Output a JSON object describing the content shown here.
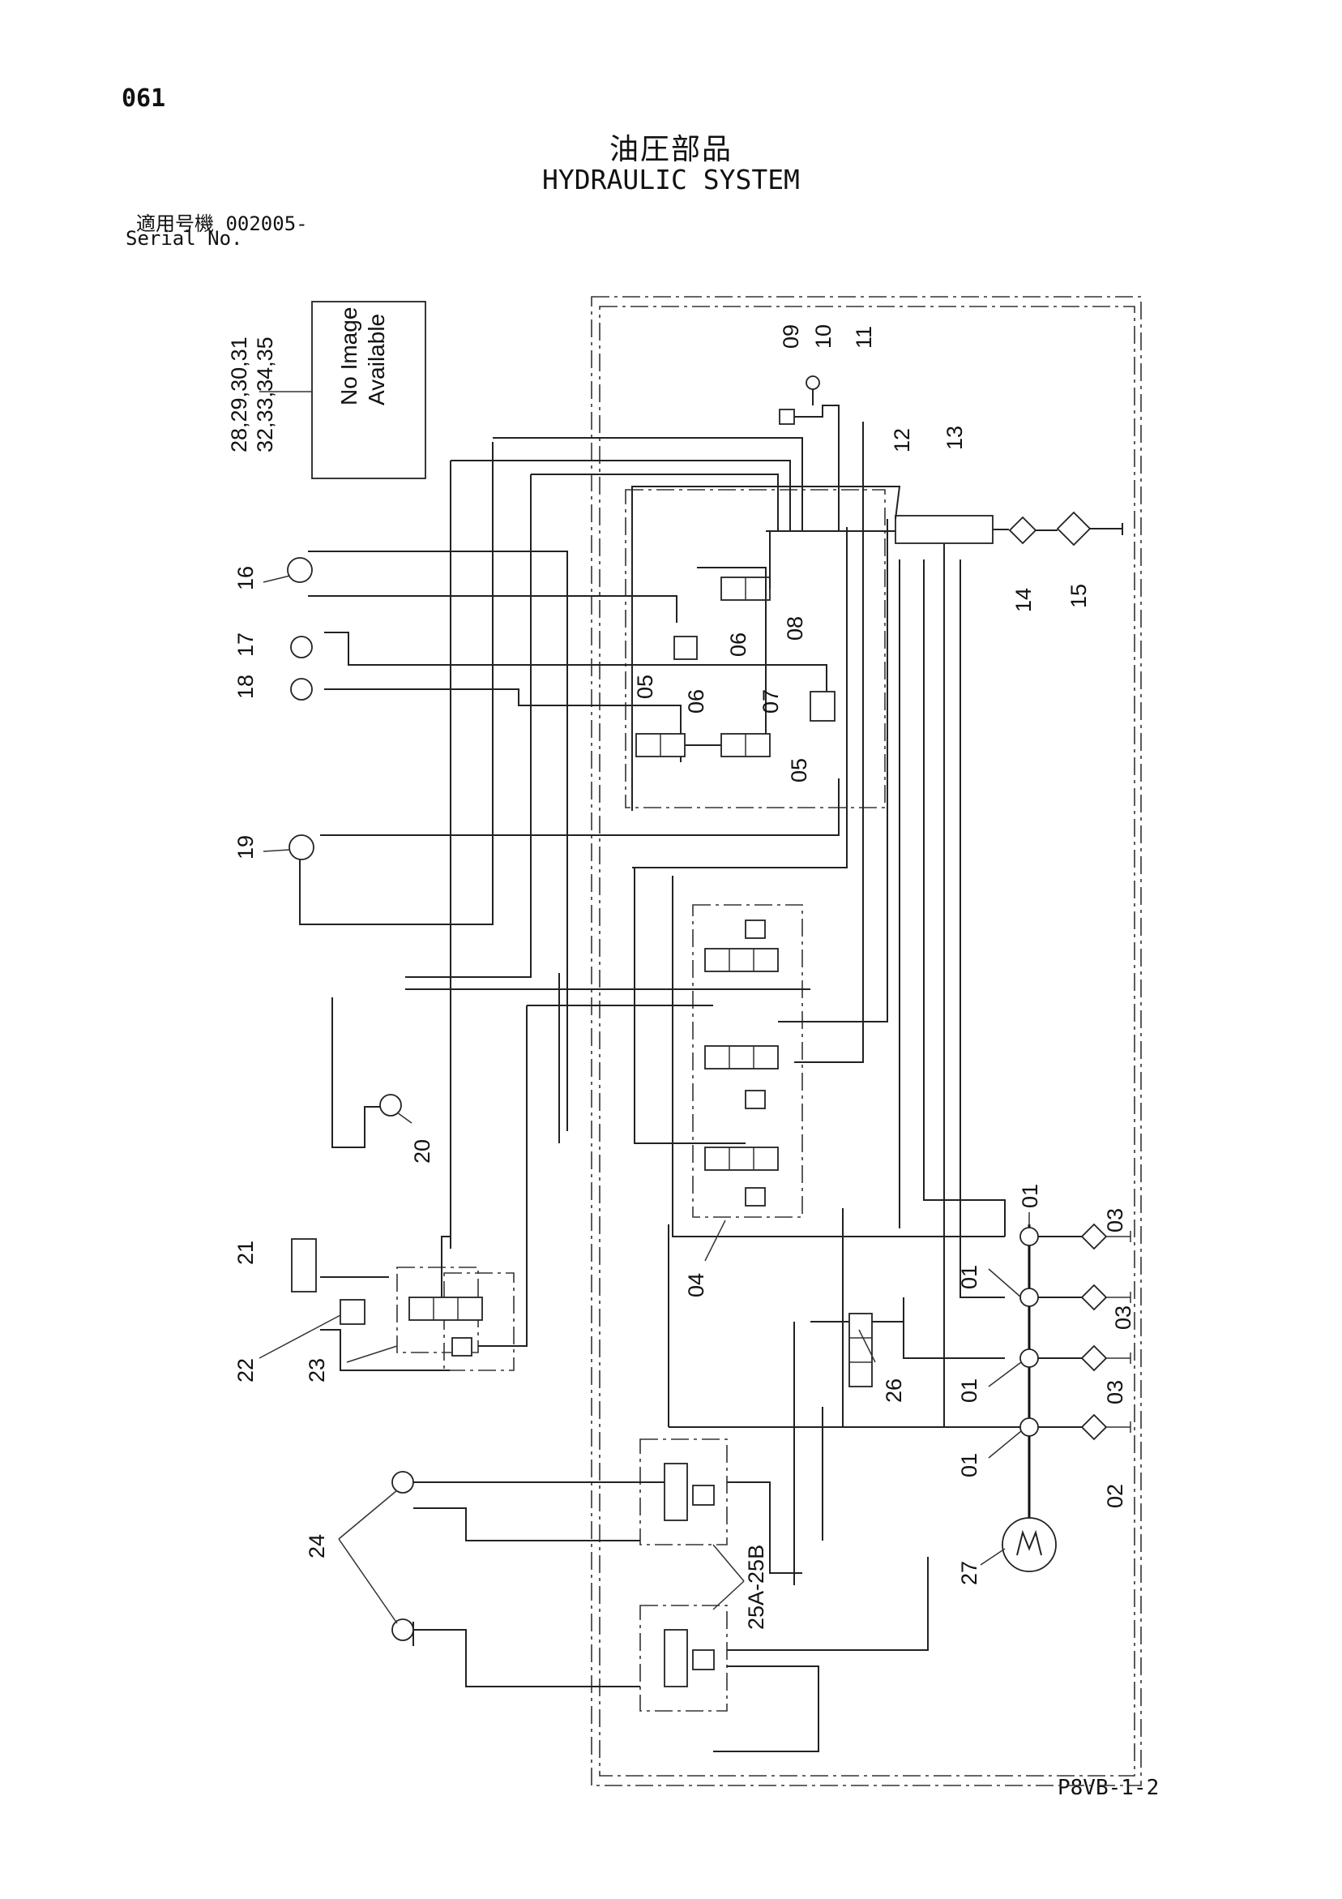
{
  "page_number": "061",
  "title_jp": "油圧部品",
  "title_en": "HYDRAULIC SYSTEM",
  "serial_label_jp": "適用号機 002005-",
  "serial_label_en": "Serial No.",
  "doc_code": "P8VB-1-2",
  "no_image": {
    "line1": "No Image",
    "line2": "Available"
  },
  "callouts": {
    "c28": "28,29,30,31",
    "c32": "32,33,34,35",
    "c01a": "01",
    "c01b": "01",
    "c01c": "01",
    "c01d": "01",
    "c02": "02",
    "c03a": "03",
    "c03b": "03",
    "c03c": "03",
    "c04": "04",
    "c05a": "05",
    "c05b": "05",
    "c06a": "06",
    "c06b": "06",
    "c07": "07",
    "c08": "08",
    "c09": "09",
    "c10": "10",
    "c11": "11",
    "c12": "12",
    "c13": "13",
    "c14": "14",
    "c15": "15",
    "c16": "16",
    "c17": "17",
    "c18": "18",
    "c19": "19",
    "c20": "20",
    "c21": "21",
    "c22": "22",
    "c23": "23",
    "c24": "24",
    "c25": "25A-25B",
    "c26": "26",
    "c27": "27"
  }
}
